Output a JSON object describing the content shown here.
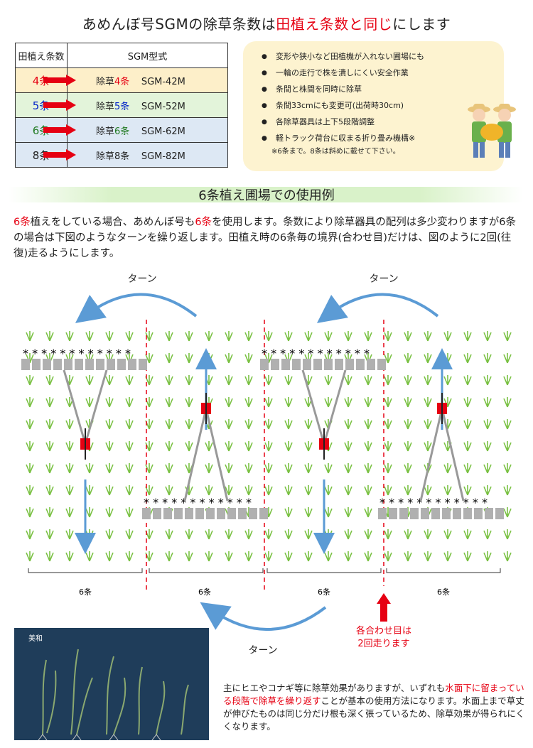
{
  "title": {
    "part1": "あめんぼ号SGMの除草条数は",
    "part2": "田植え条数と同じ",
    "part3": "にします"
  },
  "table": {
    "header": {
      "rows": "田植え条数",
      "model": "SGM型式"
    },
    "rows": [
      {
        "rows": "4条",
        "prefix": "除草",
        "n": "4条",
        "model": "SGM-42M"
      },
      {
        "rows": "5条",
        "prefix": "除草",
        "n": "5条",
        "model": "SGM-52M"
      },
      {
        "rows": "6条",
        "prefix": "除草",
        "n": "6条",
        "model": "SGM-62M"
      },
      {
        "rows": "8条",
        "prefix": "除草",
        "n": "8条",
        "model": "SGM-82M"
      }
    ]
  },
  "features": [
    "変形や狭小など田植機が入れない圃場にも",
    "一輪の走行で株を潰しにくい安全作業",
    "条間と株間を同時に除草",
    "条間33cmにも変更可(出荷時30cm)",
    "各除草器具は上下5段階調整",
    "軽トラック荷台に収まる折り畳み機構※"
  ],
  "features_note": "※6条まで。8条は斜めに載せて下さい。",
  "section_title": "6条植え圃場での使用例",
  "desc": {
    "t1": "6条",
    "t2": "植えをしている場合、あめんぼ号も",
    "t3": "6条",
    "t4": "を使用します。条数により除草器具の配列は多少変わりますが6条の場合は下図のようなターンを繰り返します。田植え時の6条毎の境界(合わせ目)だけは、図のように2回(往復)走るようにします。"
  },
  "diagram": {
    "turn_label": "ターン",
    "bracket_label": "6条",
    "seam_note_line1": "各合わせ目は",
    "seam_note_line2": "2回走ります"
  },
  "photo_logo": "美和",
  "bottom": {
    "t1": "主にヒエやコナギ等に除草効果がありますが、いずれも",
    "t2": "水面下に留まっている段階で除草を繰り返す",
    "t3": "ことが基本の使用方法になります。水面上まで草丈が伸びたものは同じ分だけ根も深く張っているため、除草効果が得られにくくなります。"
  },
  "colors": {
    "accent_red": "#e60012",
    "arrow_blue": "#5b9bd5",
    "seam": "#e60012",
    "grass": "#7ac143"
  }
}
